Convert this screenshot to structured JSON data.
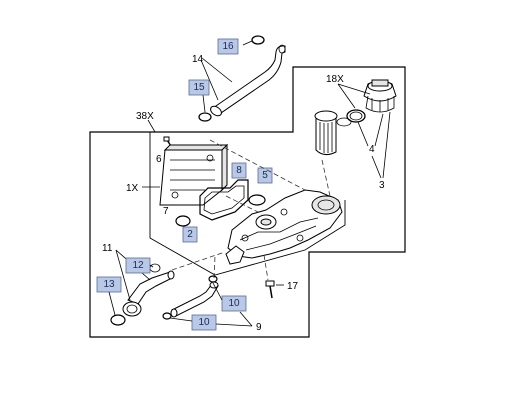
{
  "labels": {
    "group": "38X",
    "callout_14": "14",
    "callout_16": "16",
    "callout_15": "15",
    "callout_18x": "18X",
    "callout_4": "4",
    "callout_3": "3",
    "callout_6": "6",
    "callout_1x": "1X",
    "callout_7": "7",
    "callout_8": "8",
    "callout_5": "5",
    "callout_2": "2",
    "callout_11": "11",
    "callout_12": "12",
    "callout_13": "13",
    "callout_17": "17",
    "callout_10a": "10",
    "callout_10b": "10",
    "callout_9": "9"
  }
}
